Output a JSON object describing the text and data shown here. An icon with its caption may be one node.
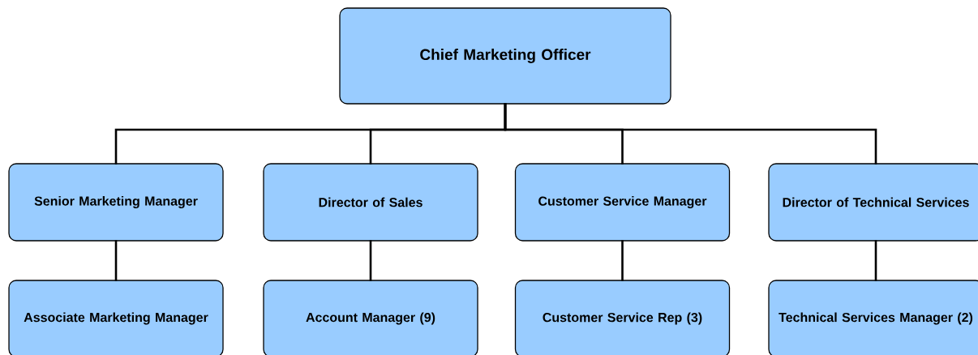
{
  "diagram": {
    "nodes": [
      {
        "text": [
          "Chief Marketing Officer"
        ]
      },
      {
        "text": [
          "Senior Marketing Manager"
        ]
      },
      {
        "text": [
          "Director of Sales"
        ]
      },
      {
        "text": [
          "Customer Service Manager"
        ]
      },
      {
        "text": [
          "Director of Technical Services"
        ]
      },
      {
        "text": [
          "Associate Marketing Manager"
        ]
      },
      {
        "text": [
          "Account Manager (9)"
        ]
      },
      {
        "text": [
          "Customer Service Rep (3)"
        ]
      },
      {
        "text": [
          "Technical Services Manager (2)"
        ]
      }
    ],
    "edges": [
      {
        "from": 0,
        "to": 1,
        "arrow": "none"
      },
      {
        "from": 0,
        "to": 2,
        "arrow": "none"
      },
      {
        "from": 0,
        "to": 3,
        "arrow": "none"
      },
      {
        "from": 0,
        "to": 4,
        "arrow": "none"
      },
      {
        "from": 1,
        "to": 5,
        "arrow": "none"
      },
      {
        "from": 2,
        "to": 6,
        "arrow": "none"
      },
      {
        "from": 3,
        "to": 7,
        "arrow": "none"
      },
      {
        "from": 4,
        "to": 8,
        "arrow": "none"
      }
    ]
  }
}
